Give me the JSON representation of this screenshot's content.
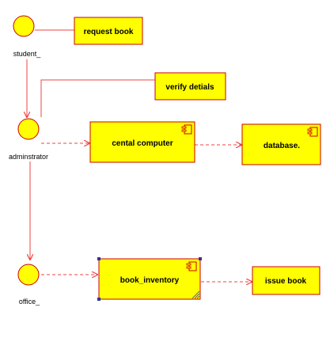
{
  "colors": {
    "fill": "#ffff00",
    "stroke": "#cc0000",
    "line": "#ee4444",
    "text": "#000000"
  },
  "actors": [
    {
      "id": "student",
      "label": "student_"
    },
    {
      "id": "administrator",
      "label": "adminstrator"
    },
    {
      "id": "office",
      "label": "office_"
    }
  ],
  "notes": [
    {
      "id": "request-book",
      "label": "request book"
    },
    {
      "id": "verify-details",
      "label": "verify detials"
    },
    {
      "id": "issue-book",
      "label": "issue book"
    }
  ],
  "components": [
    {
      "id": "central-computer",
      "label": "cental computer"
    },
    {
      "id": "database",
      "label": "database."
    },
    {
      "id": "book-inventory",
      "label": "book_inventory"
    }
  ]
}
